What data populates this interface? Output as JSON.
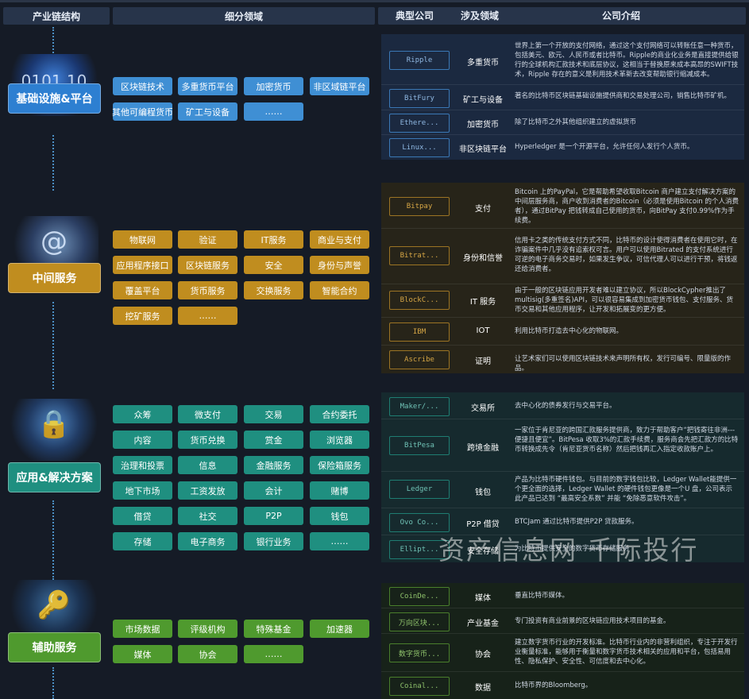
{
  "headers": {
    "chain": "产业链结构",
    "segments": "细分领域",
    "company": "典型公司",
    "field": "涉及领域",
    "intro": "公司介绍"
  },
  "sections": [
    {
      "label": "基础设施&平台",
      "chips": [
        "区块链技术",
        "多重货币平台",
        "加密货币",
        "非区域链平台",
        "其他可编程货币",
        "矿工与设备",
        "……"
      ],
      "rows": [
        {
          "company": "Ripple",
          "field": "多重货币",
          "intro": "世界上第一个开放的支付网络，通过这个支付网络可以转账任意一种货币，包括美元、欧元、人民币或者比特币。Ripple的商业化业务是直接提供给银行的全球机构汇款技术和底层协议，这相当于替换原来成本高昂的SWIFT技术，Ripple 存在的意义是利用技术革新去改变帮助银行缩减成本。"
        },
        {
          "company": "BitFury",
          "field": "矿工与设备",
          "intro": "著名的比特币区块链基础设施提供商和交易处理公司，销售比特币矿机。"
        },
        {
          "company": "Ethere...",
          "field": "加密货币",
          "intro": "除了比特币之外其他组织建立的虚拟货币"
        },
        {
          "company": "Linux...",
          "field": "非区块链平台",
          "intro": "Hyperledger 是一个开源平台，允许任何人发行个人货币。"
        }
      ]
    },
    {
      "label": "中间服务",
      "chips": [
        "物联网",
        "验证",
        "IT服务",
        "商业与支付",
        "应用程序接口",
        "区块链服务",
        "安全",
        "身份与声誉",
        "覆盖平台",
        "货币服务",
        "交换服务",
        "智能合约",
        "挖矿服务",
        "……"
      ],
      "rows": [
        {
          "company": "Bitpay",
          "field": "支付",
          "intro": "Bitcoin 上的PayPal，它是帮助希望收取Bitcoin 商户建立支付解决方案的中间层服务商，商户收到消费者的Bitcoin（必须是使用Bitcoin 的个人消费者），通过BitPay 把钱转成自己使用的货币，向BitPay 支付0.99%作为手续费。"
        },
        {
          "company": "Bitrat...",
          "field": "身份和信誉",
          "intro": "信用卡之类的传统支付方式不同，比特币的设计使得消费者在使用它时，在诈骗案件中几乎没有追索权可言。用户可以使用Bitrated 的支付系统进行可逆的电子商务交易时，如果发生争议，可信代理人可以进行干预，将钱返还给消费者。"
        },
        {
          "company": "BlockC...",
          "field": "IT 服务",
          "intro": "由于一般的区块链应用开发者难以建立协议，所以BlockCypher推出了multisig(多重签名)API，可以很容易集成到加密货币钱包、支付服务、货币交易和其他应用程序，让开发和拓展变的更方便。"
        },
        {
          "company": "IBM",
          "field": "IOT",
          "intro": "利用比特币打造去中心化的物联网。"
        },
        {
          "company": "Ascribe",
          "field": "证明",
          "intro": "让艺术家们可以使用区块链技术来声明所有权，发行可编号、限量版的作品。"
        }
      ]
    },
    {
      "label": "应用&解决方案",
      "chips": [
        "众筹",
        "微支付",
        "交易",
        "合约委托",
        "内容",
        "货币兑换",
        "赏金",
        "浏览器",
        "治理和投票",
        "信息",
        "金融服务",
        "保险箱服务",
        "地下市场",
        "工资发放",
        "会计",
        "赌博",
        "借贷",
        "社交",
        "P2P",
        "钱包",
        "存储",
        "电子商务",
        "银行业务",
        "……"
      ],
      "rows": [
        {
          "company": "Maker/...",
          "field": "交易所",
          "intro": "去中心化的债券发行与交易平台。"
        },
        {
          "company": "BitPesa",
          "field": "跨境金融",
          "intro": "一家位于肯尼亚的跨国汇款服务提供商，致力于帮助客户“把钱寄往非洲---便捷且便宜”。BitPesa 收取3%的汇款手续费，服务商会先把汇款方的比特币转换成先令（肯尼亚货币名称）然后把钱再汇入指定收款账户上。"
        },
        {
          "company": "Ledger",
          "field": "钱包",
          "intro": "产品为比特币硬件钱包。与目前的数字钱包比较，Ledger Wallet能提供一个更全面的选择，Ledger Wallet 的硬件钱包更像是一个U 盘，公司表示此产品已达到 “最高安全系数” 并能 “免除恶意软件攻击”。"
        },
        {
          "company": "Ovo Co...",
          "field": "P2P 借贷",
          "intro": "BTCJam 通过比特币提供P2P 贷款服务。"
        },
        {
          "company": "Ellipt...",
          "field": "安全存储",
          "intro": "为比特币提供安全的数字货币存储服务"
        }
      ]
    },
    {
      "label": "辅助服务",
      "chips": [
        "市场数据",
        "评级机构",
        "特殊基金",
        "加速器",
        "媒体",
        "协会",
        "……"
      ],
      "rows": [
        {
          "company": "CoinDe...",
          "field": "媒体",
          "intro": "垂直比特币媒体。"
        },
        {
          "company": "万向区块...",
          "field": "产业基金",
          "intro": "专门投资有商业前景的区块链应用技术项目的基金。"
        },
        {
          "company": "数字货币...",
          "field": "协会",
          "intro": "建立数字货币行业的开发标准。比特币行业内的非营利组织，专注于开发行业衡量标准，能够用于衡量和数字货币技术相关的应用和平台，包括易用性、隐私保护、安全性、可信度和去中心化。"
        },
        {
          "company": "Coinal...",
          "field": "数据",
          "intro": "比特币界的Bloomberg。"
        }
      ]
    }
  ],
  "watermark": "资产信息网 千际投行",
  "colors": {
    "infra": "#3f8fd4",
    "middle": "#c08d1f",
    "app": "#1f8f80",
    "aux": "#4f9a2e"
  },
  "icons": {
    "infra": "binary-code-icon",
    "middle": "at-sign-icon",
    "app": "padlock-icon",
    "aux": "key-icon"
  }
}
